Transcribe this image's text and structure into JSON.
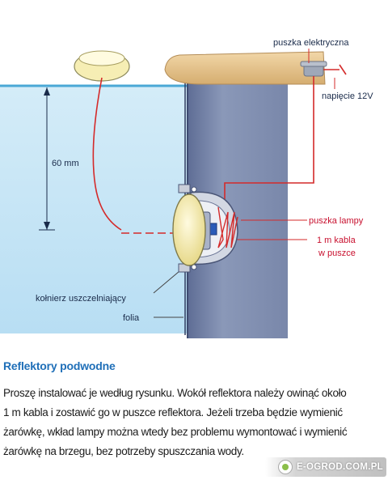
{
  "diagram": {
    "labels": {
      "junction_box": "puszka elektryczna",
      "voltage": "napięcie 12V",
      "depth": "60 mm",
      "lamp_box": "puszka lampy",
      "cable_line1": "1 m kabla",
      "cable_line2": "w puszce",
      "seal_flange": "kołnierz uszczelniający",
      "foil": "folia"
    },
    "colors": {
      "water": "#c6e6f6",
      "water_surface": "#4aa8d6",
      "wall": "#8593b3",
      "wall_dark": "#5d6c94",
      "coping": "#e7c592",
      "reflector": "#f6eeb4",
      "cable": "#d42a2a"
    }
  },
  "title": "Reflektory podwodne",
  "body_lines": [
    "Proszę instalować je według rysunku.  Wokół reflektora należy owinąć około",
    "1 m kabla i zostawić go w puszce reflektora. Jeżeli trzeba będzie wymienić",
    "żarówkę, wkład lampy można wtedy bez problemu wymontować i wymienić",
    "żarówkę na brzegu, bez potrzeby spuszczania wody."
  ],
  "watermark": "E-OGROD.COM.PL"
}
